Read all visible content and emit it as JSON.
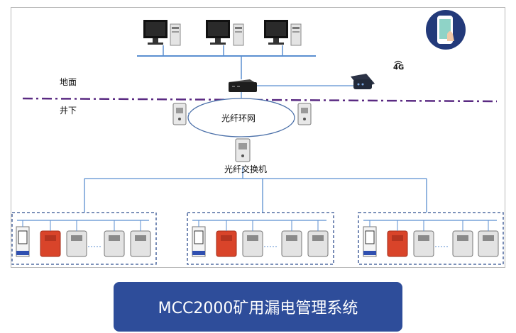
{
  "labels": {
    "surface": "地面",
    "underground": "井下",
    "fiber_ring": "光纤环网",
    "fiber_switch": "光纤交换机",
    "cellular": "4G"
  },
  "banner": {
    "title": "MCC2000矿用漏电管理系统"
  },
  "colors": {
    "banner_bg": "#2e4d9a",
    "network_line": "#5b8fd0",
    "divider": "#5a2a82",
    "group_border": "#2f4f8f",
    "explosion_proof_box": "#d9442a"
  },
  "icons": [
    "desktop-computer-icon",
    "server-tower-icon",
    "gateway-router-icon",
    "wireless-modem-icon",
    "mobile-phone-touch-icon",
    "fiber-switch-cabinet-icon",
    "explosion-proof-switch-icon",
    "leakage-relay-icon"
  ]
}
